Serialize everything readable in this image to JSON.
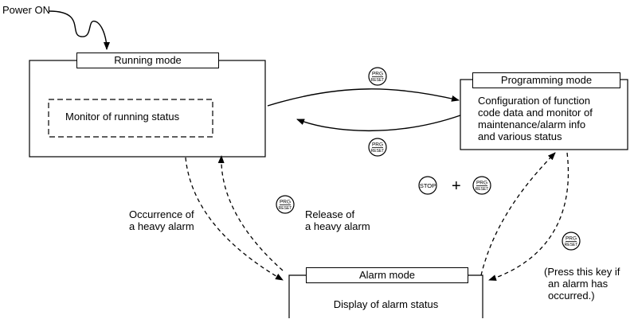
{
  "power_on": "Power ON",
  "running": {
    "title": "Running mode",
    "monitor": "Monitor of running status"
  },
  "programming": {
    "title": "Programming mode",
    "description": [
      "Configuration of function",
      "code data and monitor of",
      "maintenance/alarm info",
      "and various status"
    ]
  },
  "alarm": {
    "title": "Alarm mode",
    "description": "Display of alarm status"
  },
  "labels": {
    "occurrence": [
      "Occurrence of",
      "a heavy alarm"
    ],
    "release": [
      "Release of",
      "a heavy alarm"
    ],
    "press_note": [
      "(Press this key if",
      "an alarm has",
      "occurred.)"
    ],
    "plus": "+"
  },
  "keys": {
    "prg_top": "PRG",
    "prg_bottom": "RESET",
    "stop": "STOP"
  }
}
